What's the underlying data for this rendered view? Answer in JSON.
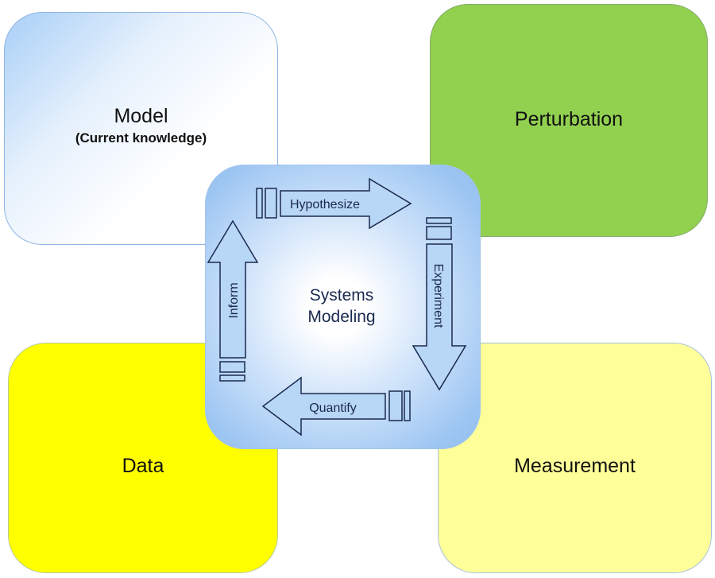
{
  "boxes": {
    "model": {
      "title": "Model",
      "subtitle": "(Current knowledge)",
      "color": "#e6f1fc"
    },
    "perturbation": {
      "title": "Perturbation",
      "color": "#92d050"
    },
    "data": {
      "title": "Data",
      "color": "#ffff00"
    },
    "measurement": {
      "title": "Measurement",
      "color": "#ffff99"
    }
  },
  "center": {
    "line1": "Systems",
    "line2": "Modeling",
    "color": "#9cc5f2"
  },
  "arrows": {
    "hypothesize": "Hypothesize",
    "experiment": "Experiment",
    "quantify": "Quantify",
    "inform": "Inform",
    "fill_color": "#b8d6f5",
    "stroke_color": "#1a2a50"
  }
}
